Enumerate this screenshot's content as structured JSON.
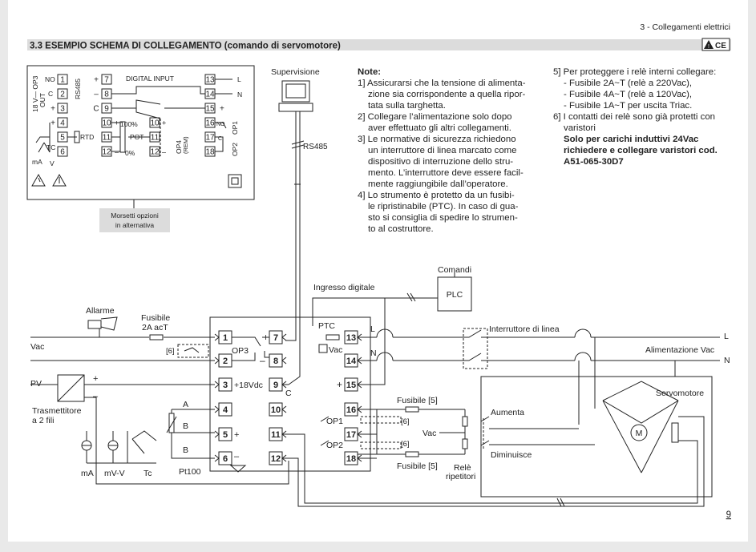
{
  "header": {
    "chapter": "3 - Collegamenti elettrici",
    "section_title": "3.3  ESEMPIO SCHEMA DI COLLEGAMENTO (comando di servomotore)",
    "page_number": "9",
    "ce_mark": "CE"
  },
  "inset": {
    "caption_line1": "Morsetti opzioni",
    "caption_line2": "in alternativa",
    "digital_input": "DIGITAL INPUT",
    "rs485": "RS485",
    "op3_side": "18 V— OP3",
    "op3_side2": "OUT",
    "op4_side": "OP4",
    "op4_side2": "(REM)",
    "op1_side": "OP1",
    "op2_side": "OP2",
    "rtd": "RTD",
    "tc": "TC",
    "ma": "mA",
    "v": "V",
    "pot": "POT",
    "pct100": "100%",
    "pct0": "0%",
    "l": "L",
    "n": "N",
    "no1": "NO",
    "c1": "C",
    "no2": "NO",
    "c2": "C"
  },
  "diagram": {
    "supervisione": "Supervisione",
    "rs485": "RS485",
    "comandi": "Comandi",
    "plc": "PLC",
    "ingresso_digitale": "Ingresso digitale",
    "allarme": "Allarme",
    "fusibile": "Fusibile",
    "fusibile_2a": "2A acT",
    "vac": "Vac",
    "pv": "PV",
    "trasmettitore": "Trasmettitore",
    "a2fili": "a 2 fili",
    "ma": "mA",
    "mvv": "mV-V",
    "tc": "Tc",
    "pt100": "Pt100",
    "a": "A",
    "b1": "B",
    "b2": "B",
    "op3": "OP3",
    "six": "[6]",
    "v18": "+18Vdc",
    "c": "C",
    "ptc": "PTC",
    "vac_box": "Vac",
    "l_in": "L",
    "n_in": "N",
    "interruttore": "Interruttore di linea",
    "alimentazione": "Alimentazione Vac",
    "l_out": "L",
    "n_out": "N",
    "servomotore": "Servomotore",
    "m": "M",
    "aumenta": "Aumenta",
    "diminuisce": "Diminuisce",
    "fus5a": "Fusibile  [5]",
    "fus5b": "Fusibile  [5]",
    "rele1": "Relè",
    "rele2": "ripetitori",
    "op1": "OP1",
    "op2": "OP2",
    "vac_mid": "Vac",
    "six_a": "[6]",
    "six_b": "[6]"
  },
  "notes_left": {
    "title": "Note:",
    "n1": "1] Assicurarsi che la tensione di alimenta-",
    "n1b": "zione sia corrispondente a quella ripor-",
    "n1c": "tata sulla targhetta.",
    "n2": "2] Collegare l’alimentazione solo dopo",
    "n2b": "aver effettuato gli altri collegamenti.",
    "n3": "3] Le normative di sicurezza richiedono",
    "n3b": "un interruttore di linea marcato come",
    "n3c": "dispositivo di interruzione dello stru-",
    "n3d": "mento. L’interruttore deve essere facil-",
    "n3e": "mente raggiungibile dall’operatore.",
    "n4": "4] Lo strumento è protetto da un fusibi-",
    "n4b": "le ripristinabile (PTC). In caso di gua-",
    "n4c": "sto si consiglia di spedire lo strumen-",
    "n4d": "to al costruttore."
  },
  "notes_right": {
    "n5": "5] Per proteggere i relè interni collegare:",
    "n5a": "- Fusibile 2A~T (relè a 220Vac),",
    "n5b": "- Fusibile 4A~T (relè a 120Vac),",
    "n5c": "- Fusibile 1A~T per uscita Triac.",
    "n6": "6] I contatti dei relè sono già protetti con",
    "n6b": "varistori",
    "bold1": "Solo per carichi induttivi 24Vac",
    "bold2": "richiedere e collegare varistori cod.",
    "bold3": "A51-065-30D7"
  },
  "terminals_main_left": [
    "1",
    "2",
    "3",
    "4",
    "5",
    "6"
  ],
  "terminals_main_mid": [
    "7",
    "8",
    "9",
    "10",
    "11",
    "12"
  ],
  "terminals_main_right": [
    "13",
    "14",
    "15",
    "16",
    "17",
    "18"
  ],
  "colors": {
    "page": "#ffffff",
    "header_bar": "#dcdcdc",
    "caption_bg": "#dcdcdc",
    "ink": "#222222",
    "background": "#e9e9e9"
  }
}
